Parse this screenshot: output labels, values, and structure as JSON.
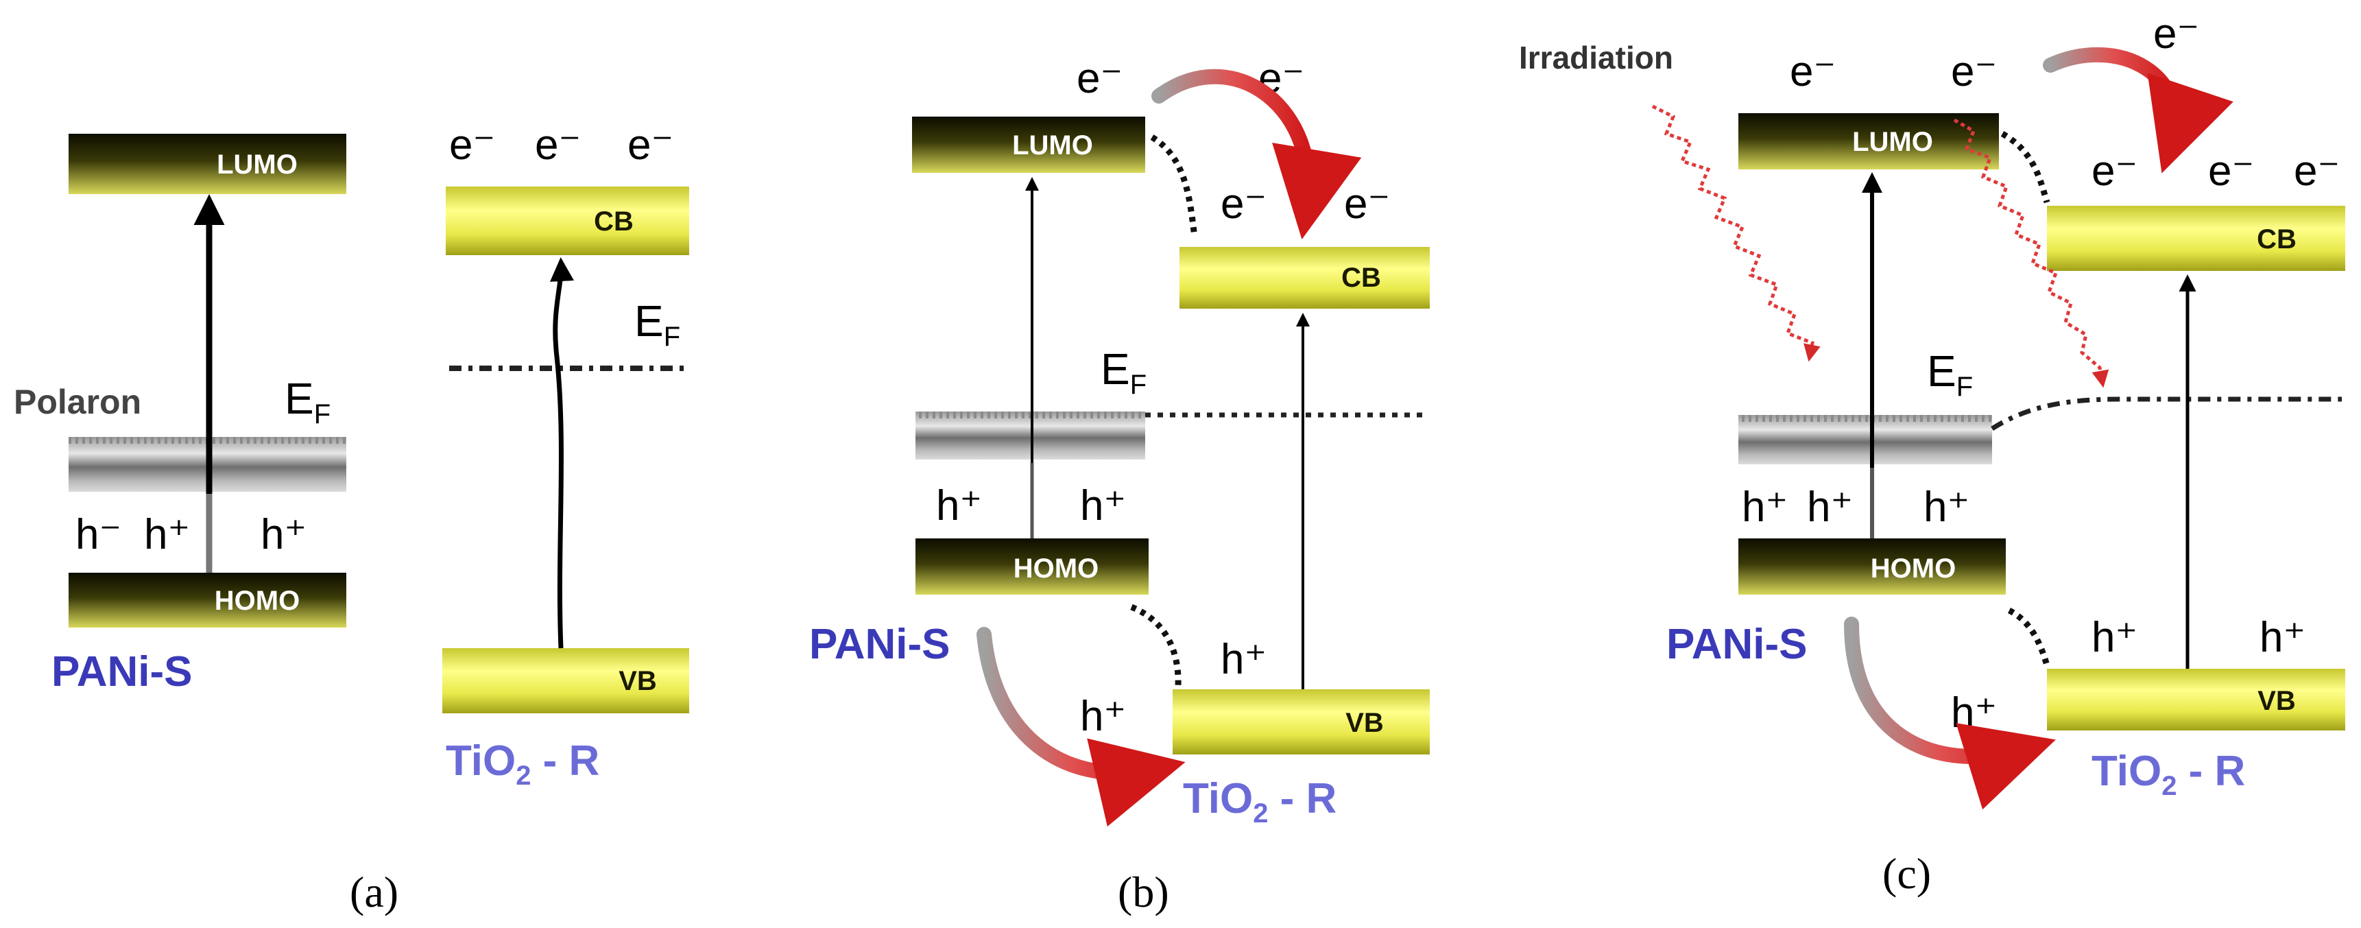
{
  "labels": {
    "lumo": "LUMO",
    "homo": "HOMO",
    "cb": "CB",
    "vb": "VB",
    "polaron": "Polaron",
    "ef_main": "E",
    "ef_sub": "F",
    "electron": "e⁻",
    "hole": "h⁺",
    "hole_minus": "h⁻",
    "pani": "PANi-S",
    "tio2_main": "TiO",
    "tio2_sub": "2",
    "tio2_suffix": " - R",
    "irradiation": "Irradiation"
  },
  "panels": [
    "(a)",
    "(b)",
    "(c)"
  ],
  "colors": {
    "band_yellow": "#e6e64a",
    "band_dark": "#1a1a00",
    "material_blue": "#3a3ab8",
    "tio2_blue": "#6b6bd8",
    "arrow_red": "#d42020",
    "irradiation_red": "#e03a3a"
  }
}
